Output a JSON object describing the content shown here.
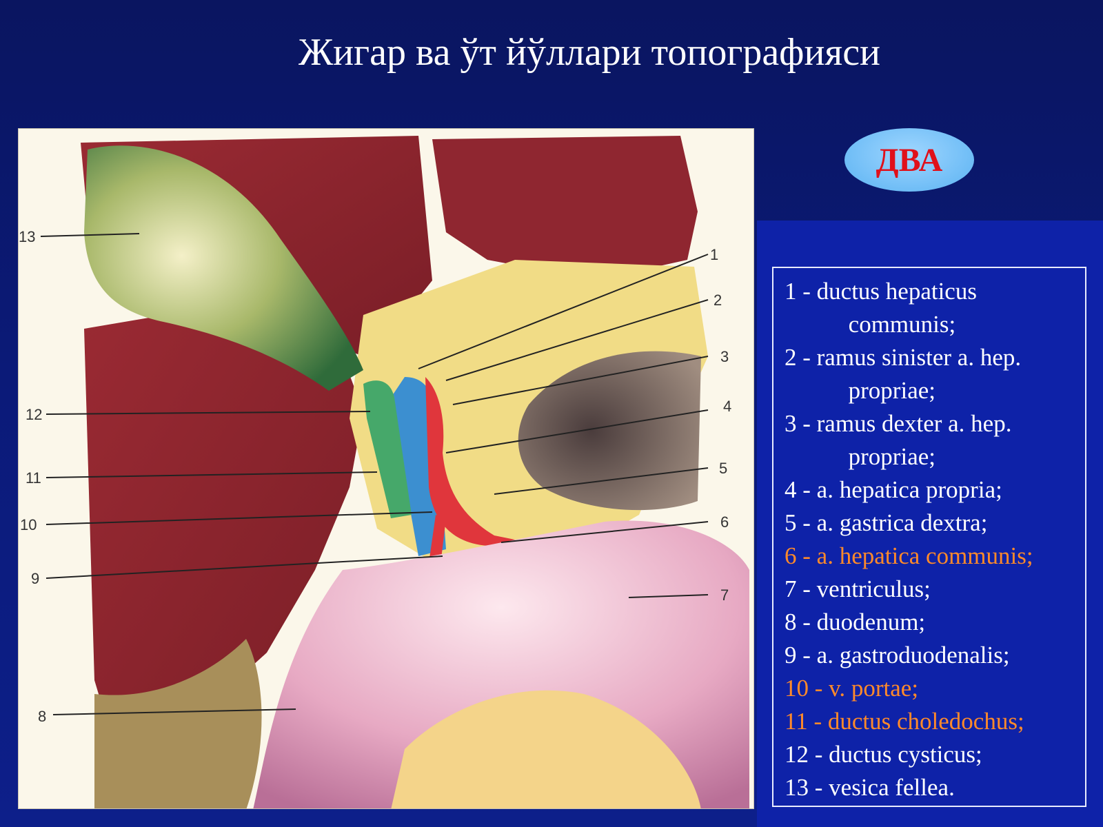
{
  "slide": {
    "title": "Жигар ва ўт йўллари топографияси",
    "badge": "ДВА"
  },
  "colors": {
    "background": "#0b1a78",
    "title_text": "#ffffff",
    "badge_fill": "#5ab2f2",
    "badge_text": "#e0101a",
    "legend_text": "#ffffff",
    "legend_highlight": "#ff8a2a"
  },
  "figure": {
    "labels": [
      "1",
      "2",
      "3",
      "4",
      "5",
      "6",
      "7",
      "8",
      "9",
      "10",
      "11",
      "12",
      "13"
    ]
  },
  "legend": {
    "items": [
      {
        "num": "1 - ",
        "line1": "ductus hepaticus",
        "line2": "communis;",
        "highlight": false
      },
      {
        "num": "2 - ",
        "line1": "ramus sinister a. hep.",
        "line2": "propriae;",
        "highlight": false
      },
      {
        "num": "3 - ",
        "line1": "ramus dexter a. hep.",
        "line2": "propriae;",
        "highlight": false
      },
      {
        "num": "4 - ",
        "line1": "a. hepatica propria;",
        "line2": "",
        "highlight": false
      },
      {
        "num": "5 - ",
        "line1": "a. gastrica dextra;",
        "line2": "",
        "highlight": false
      },
      {
        "num": "6 - ",
        "line1": "a. hepatica communis;",
        "line2": "",
        "highlight": true
      },
      {
        "num": "7 - ",
        "line1": "ventriculus;",
        "line2": "",
        "highlight": false
      },
      {
        "num": "8 - ",
        "line1": "duodenum;",
        "line2": "",
        "highlight": false
      },
      {
        "num": "9 - ",
        "line1": "a. gastroduodenalis;",
        "line2": "",
        "highlight": false
      },
      {
        "num": "10 - ",
        "line1": "v. portae;",
        "line2": "",
        "highlight": true
      },
      {
        "num": "11 - ",
        "line1": "ductus choledochus;",
        "line2": "",
        "highlight": true
      },
      {
        "num": "12 - ",
        "line1": "ductus cysticus;",
        "line2": "",
        "highlight": false
      },
      {
        "num": "13 - ",
        "line1": "vesica fellea.",
        "line2": "",
        "highlight": false
      }
    ]
  }
}
